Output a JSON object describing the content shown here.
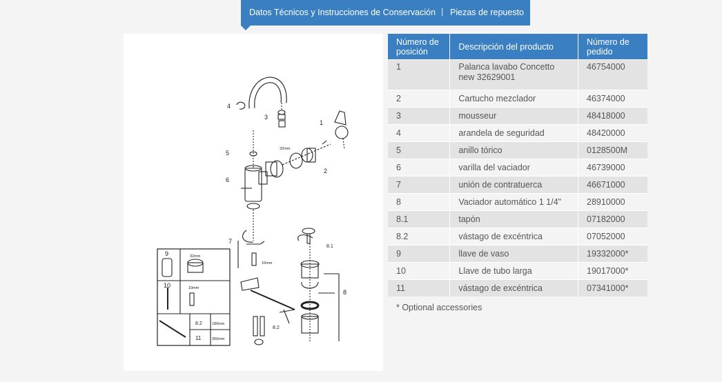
{
  "tabs": {
    "tab1": "Datos Técnicos y Instrucciones de Conservación",
    "separator": "|",
    "tab2": "Piezas de repuesto"
  },
  "table": {
    "headers": [
      "Número de posición",
      "Descripción del producto",
      "Número de pedido"
    ],
    "rows": [
      [
        "1",
        "Palanca lavabo Concetto new 32629001",
        "46754000"
      ],
      [
        "2",
        "Cartucho mezclador",
        "46374000"
      ],
      [
        "3",
        "mousseur",
        "48418000"
      ],
      [
        "4",
        "arandela de seguridad",
        "48420000"
      ],
      [
        "5",
        "anillo tórico",
        "0128500M"
      ],
      [
        "6",
        "varilla del vaciador",
        "46739000"
      ],
      [
        "7",
        "unión de contratuerca",
        "46671000"
      ],
      [
        "8",
        "Vaciador automático 1 1/4\"",
        "28910000"
      ],
      [
        "8.1",
        "tapón",
        "07182000"
      ],
      [
        "8.2",
        "vástago de excéntrica",
        "07052000"
      ],
      [
        "9",
        "llave de vaso",
        "19332000*"
      ],
      [
        "10",
        "Llave de tubo larga",
        "19017000*"
      ],
      [
        "11",
        "vástago de excéntrica",
        "07341000*"
      ]
    ]
  },
  "footnote": "* Optional accessories",
  "diagram": {
    "labels": {
      "p1": "1",
      "p2": "2",
      "p3": "3",
      "p4": "4",
      "p5": "5",
      "p6": "6",
      "p7": "7",
      "p8": "8",
      "p81": "8.1",
      "p82": "8.2",
      "t32": "32mm",
      "t10": "10mm",
      "t32b": "32mm",
      "t10b": "10mm"
    },
    "inset": {
      "r9": "9",
      "r9dim": "32mm",
      "r10": "10",
      "r10dim": "10mm",
      "r82": "8.2",
      "r82dim": "180mm",
      "r11": "11",
      "r11dim": "350mm"
    }
  },
  "colors": {
    "accent": "#3a7fc1",
    "row_stripe": "#e3e3e3",
    "bg": "#f4f4f4"
  }
}
